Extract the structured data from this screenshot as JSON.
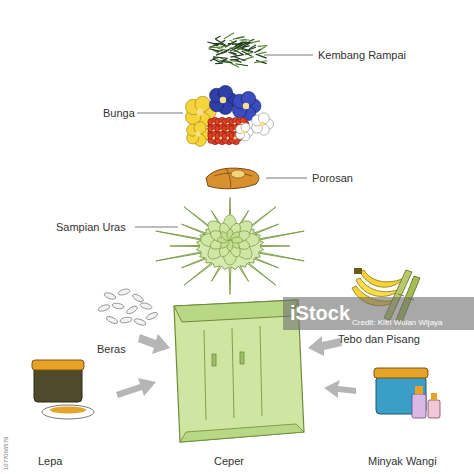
{
  "diagram": {
    "labels": [
      "Kembang Rampai",
      "Bunga",
      "Porosan",
      "Sampian Uras",
      "Beras",
      "Tebo dan Pisang",
      "Lepa",
      "Ceper",
      "Minyak Wangi",
      "iStock",
      "Credit: Kitri Wulan Wijaya",
      "1077066579"
    ]
  }
}
